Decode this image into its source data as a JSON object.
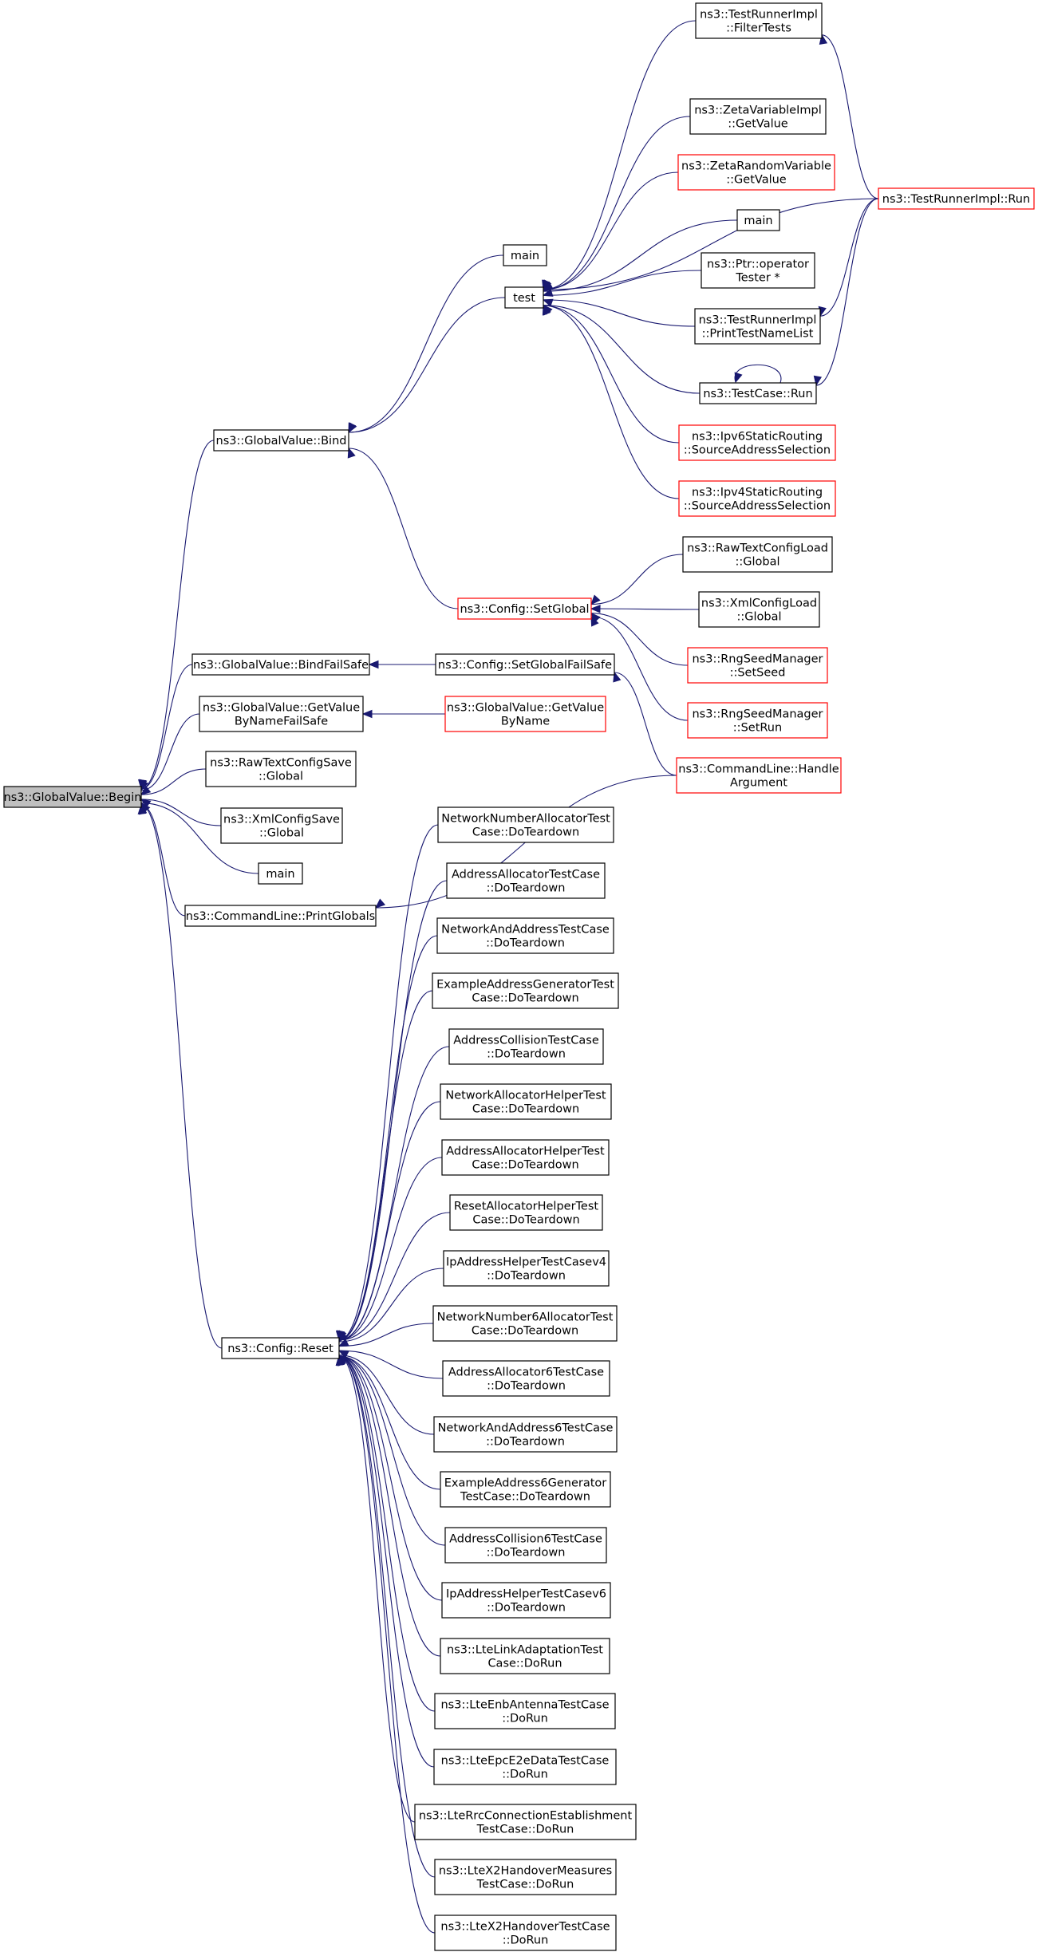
{
  "colors": {
    "edge": "#191970",
    "partial_border": "#ff0000",
    "focus_fill": "#bfbfbf",
    "node_border": "#000000"
  },
  "nodes": [
    {
      "id": "begin",
      "lines": [
        "ns3::GlobalValue::Begin"
      ],
      "style": "focus"
    },
    {
      "id": "bind",
      "lines": [
        "ns3::GlobalValue::Bind"
      ],
      "style": "normal"
    },
    {
      "id": "bindfailsafe",
      "lines": [
        "ns3::GlobalValue::BindFailSafe"
      ],
      "style": "normal"
    },
    {
      "id": "getvaluebynamefailsafe",
      "lines": [
        "ns3::GlobalValue::GetValue",
        "ByNameFailSafe"
      ],
      "style": "normal"
    },
    {
      "id": "rawtextconfigsave",
      "lines": [
        "ns3::RawTextConfigSave",
        "::Global"
      ],
      "style": "normal"
    },
    {
      "id": "xmlconfigsave",
      "lines": [
        "ns3::XmlConfigSave",
        "::Global"
      ],
      "style": "normal"
    },
    {
      "id": "main-begin",
      "lines": [
        "main"
      ],
      "style": "normal"
    },
    {
      "id": "printglobals",
      "lines": [
        "ns3::CommandLine::PrintGlobals"
      ],
      "style": "normal"
    },
    {
      "id": "config-reset",
      "lines": [
        "ns3::Config::Reset"
      ],
      "style": "normal"
    },
    {
      "id": "main-bind",
      "lines": [
        "main"
      ],
      "style": "normal"
    },
    {
      "id": "test",
      "lines": [
        "test"
      ],
      "style": "normal"
    },
    {
      "id": "config-setglobal",
      "lines": [
        "ns3::Config::SetGlobal"
      ],
      "style": "partial"
    },
    {
      "id": "config-setglobalfailsafe",
      "lines": [
        "ns3::Config::SetGlobalFailSafe"
      ],
      "style": "normal"
    },
    {
      "id": "getvaluebyname",
      "lines": [
        "ns3::GlobalValue::GetValue",
        "ByName"
      ],
      "style": "partial"
    },
    {
      "id": "filtertests",
      "lines": [
        "ns3::TestRunnerImpl",
        "::FilterTests"
      ],
      "style": "normal"
    },
    {
      "id": "zetavariableimpl",
      "lines": [
        "ns3::ZetaVariableImpl",
        "::GetValue"
      ],
      "style": "normal"
    },
    {
      "id": "zetarandomvariable",
      "lines": [
        "ns3::ZetaRandomVariable",
        "::GetValue"
      ],
      "style": "partial"
    },
    {
      "id": "main-test",
      "lines": [
        "main"
      ],
      "style": "normal"
    },
    {
      "id": "ptr-operator",
      "lines": [
        "ns3::Ptr::operator",
        "Tester *"
      ],
      "style": "normal"
    },
    {
      "id": "printtestnamelist",
      "lines": [
        "ns3::TestRunnerImpl",
        "::PrintTestNameList"
      ],
      "style": "normal"
    },
    {
      "id": "testcase-run",
      "lines": [
        "ns3::TestCase::Run"
      ],
      "style": "normal"
    },
    {
      "id": "ipv6staticrouting",
      "lines": [
        "ns3::Ipv6StaticRouting",
        "::SourceAddressSelection"
      ],
      "style": "partial"
    },
    {
      "id": "ipv4staticrouting",
      "lines": [
        "ns3::Ipv4StaticRouting",
        "::SourceAddressSelection"
      ],
      "style": "partial"
    },
    {
      "id": "rawtextconfigload",
      "lines": [
        "ns3::RawTextConfigLoad",
        "::Global"
      ],
      "style": "normal"
    },
    {
      "id": "xmlconfigload",
      "lines": [
        "ns3::XmlConfigLoad",
        "::Global"
      ],
      "style": "normal"
    },
    {
      "id": "rngseedmanager-setseed",
      "lines": [
        "ns3::RngSeedManager",
        "::SetSeed"
      ],
      "style": "partial"
    },
    {
      "id": "rngseedmanager-setrun",
      "lines": [
        "ns3::RngSeedManager",
        "::SetRun"
      ],
      "style": "partial"
    },
    {
      "id": "handleargument",
      "lines": [
        "ns3::CommandLine::Handle",
        "Argument"
      ],
      "style": "partial"
    },
    {
      "id": "testrunnerimpl-run",
      "lines": [
        "ns3::TestRunnerImpl::Run"
      ],
      "style": "partial"
    },
    {
      "id": "td-networknumberallocator",
      "lines": [
        "NetworkNumberAllocatorTest",
        "Case::DoTeardown"
      ],
      "style": "normal"
    },
    {
      "id": "td-addressallocator",
      "lines": [
        "AddressAllocatorTestCase",
        "::DoTeardown"
      ],
      "style": "normal"
    },
    {
      "id": "td-networkandaddress",
      "lines": [
        "NetworkAndAddressTestCase",
        "::DoTeardown"
      ],
      "style": "normal"
    },
    {
      "id": "td-exampleaddressgenerator",
      "lines": [
        "ExampleAddressGeneratorTest",
        "Case::DoTeardown"
      ],
      "style": "normal"
    },
    {
      "id": "td-addresscollision",
      "lines": [
        "AddressCollisionTestCase",
        "::DoTeardown"
      ],
      "style": "normal"
    },
    {
      "id": "td-networkallocatorhelper",
      "lines": [
        "NetworkAllocatorHelperTest",
        "Case::DoTeardown"
      ],
      "style": "normal"
    },
    {
      "id": "td-addressallocatorhelper",
      "lines": [
        "AddressAllocatorHelperTest",
        "Case::DoTeardown"
      ],
      "style": "normal"
    },
    {
      "id": "td-resetallocatorhelper",
      "lines": [
        "ResetAllocatorHelperTest",
        "Case::DoTeardown"
      ],
      "style": "normal"
    },
    {
      "id": "td-ipaddresshelperv4",
      "lines": [
        "IpAddressHelperTestCasev4",
        "::DoTeardown"
      ],
      "style": "normal"
    },
    {
      "id": "td-networknumber6allocator",
      "lines": [
        "NetworkNumber6AllocatorTest",
        "Case::DoTeardown"
      ],
      "style": "normal"
    },
    {
      "id": "td-addressallocator6",
      "lines": [
        "AddressAllocator6TestCase",
        "::DoTeardown"
      ],
      "style": "normal"
    },
    {
      "id": "td-networkandaddress6",
      "lines": [
        "NetworkAndAddress6TestCase",
        "::DoTeardown"
      ],
      "style": "normal"
    },
    {
      "id": "td-exampleaddress6generator",
      "lines": [
        "ExampleAddress6Generator",
        "TestCase::DoTeardown"
      ],
      "style": "normal"
    },
    {
      "id": "td-addresscollision6",
      "lines": [
        "AddressCollision6TestCase",
        "::DoTeardown"
      ],
      "style": "normal"
    },
    {
      "id": "td-ipaddresshelperv6",
      "lines": [
        "IpAddressHelperTestCasev6",
        "::DoTeardown"
      ],
      "style": "normal"
    },
    {
      "id": "dr-ltelinkadaptation",
      "lines": [
        "ns3::LteLinkAdaptationTest",
        "Case::DoRun"
      ],
      "style": "normal"
    },
    {
      "id": "dr-lteenbantenna",
      "lines": [
        "ns3::LteEnbAntennaTestCase",
        "::DoRun"
      ],
      "style": "normal"
    },
    {
      "id": "dr-lteepce2edata",
      "lines": [
        "ns3::LteEpcE2eDataTestCase",
        "::DoRun"
      ],
      "style": "normal"
    },
    {
      "id": "dr-lterrcconnection",
      "lines": [
        "ns3::LteRrcConnectionEstablishment",
        "TestCase::DoRun"
      ],
      "style": "normal"
    },
    {
      "id": "dr-ltex2handovermeasures",
      "lines": [
        "ns3::LteX2HandoverMeasures",
        "TestCase::DoRun"
      ],
      "style": "normal"
    },
    {
      "id": "dr-ltex2handover",
      "lines": [
        "ns3::LteX2HandoverTestCase",
        "::DoRun"
      ],
      "style": "normal"
    }
  ],
  "edges": [
    [
      "bind",
      "begin"
    ],
    [
      "bindfailsafe",
      "begin"
    ],
    [
      "getvaluebynamefailsafe",
      "begin"
    ],
    [
      "rawtextconfigsave",
      "begin"
    ],
    [
      "xmlconfigsave",
      "begin"
    ],
    [
      "main-begin",
      "begin"
    ],
    [
      "printglobals",
      "begin"
    ],
    [
      "config-reset",
      "begin"
    ],
    [
      "main-bind",
      "bind"
    ],
    [
      "test",
      "bind"
    ],
    [
      "config-setglobal",
      "bind"
    ],
    [
      "config-setglobalfailsafe",
      "bindfailsafe"
    ],
    [
      "getvaluebyname",
      "getvaluebynamefailsafe"
    ],
    [
      "handleargument",
      "printglobals"
    ],
    [
      "filtertests",
      "test"
    ],
    [
      "zetavariableimpl",
      "test"
    ],
    [
      "zetarandomvariable",
      "test"
    ],
    [
      "main-test",
      "test"
    ],
    [
      "ptr-operator",
      "test"
    ],
    [
      "printtestnamelist",
      "test"
    ],
    [
      "testcase-run",
      "test"
    ],
    [
      "ipv6staticrouting",
      "test"
    ],
    [
      "ipv4staticrouting",
      "test"
    ],
    [
      "testrunnerimpl-run",
      "test"
    ],
    [
      "rawtextconfigload",
      "config-setglobal"
    ],
    [
      "xmlconfigload",
      "config-setglobal"
    ],
    [
      "rngseedmanager-setseed",
      "config-setglobal"
    ],
    [
      "rngseedmanager-setrun",
      "config-setglobal"
    ],
    [
      "handleargument",
      "config-setglobalfailsafe"
    ],
    [
      "testrunnerimpl-run",
      "filtertests"
    ],
    [
      "testrunnerimpl-run",
      "printtestnamelist"
    ],
    [
      "testrunnerimpl-run",
      "testcase-run"
    ],
    [
      "testcase-run",
      "testcase-run"
    ],
    [
      "td-networknumberallocator",
      "config-reset"
    ],
    [
      "td-addressallocator",
      "config-reset"
    ],
    [
      "td-networkandaddress",
      "config-reset"
    ],
    [
      "td-exampleaddressgenerator",
      "config-reset"
    ],
    [
      "td-addresscollision",
      "config-reset"
    ],
    [
      "td-networkallocatorhelper",
      "config-reset"
    ],
    [
      "td-addressallocatorhelper",
      "config-reset"
    ],
    [
      "td-resetallocatorhelper",
      "config-reset"
    ],
    [
      "td-ipaddresshelperv4",
      "config-reset"
    ],
    [
      "td-networknumber6allocator",
      "config-reset"
    ],
    [
      "td-addressallocator6",
      "config-reset"
    ],
    [
      "td-networkandaddress6",
      "config-reset"
    ],
    [
      "td-exampleaddress6generator",
      "config-reset"
    ],
    [
      "td-addresscollision6",
      "config-reset"
    ],
    [
      "td-ipaddresshelperv6",
      "config-reset"
    ],
    [
      "dr-ltelinkadaptation",
      "config-reset"
    ],
    [
      "dr-lteenbantenna",
      "config-reset"
    ],
    [
      "dr-lteepce2edata",
      "config-reset"
    ],
    [
      "dr-lterrcconnection",
      "config-reset"
    ],
    [
      "dr-ltex2handovermeasures",
      "config-reset"
    ],
    [
      "dr-ltex2handover",
      "config-reset"
    ]
  ]
}
